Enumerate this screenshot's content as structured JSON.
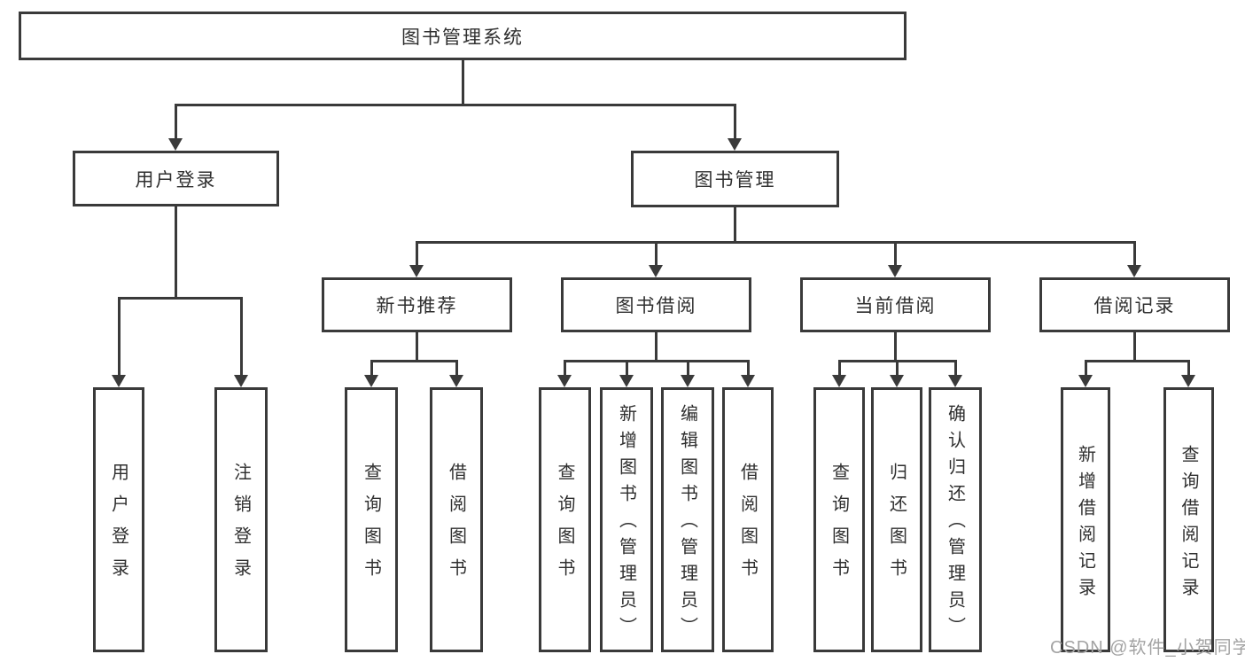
{
  "diagram": {
    "root": {
      "label": "图书管理系统"
    },
    "level2": [
      {
        "label": "用户登录"
      },
      {
        "label": "图书管理"
      }
    ],
    "level3": [
      {
        "label": "新书推荐"
      },
      {
        "label": "图书借阅"
      },
      {
        "label": "当前借阅"
      },
      {
        "label": "借阅记录"
      }
    ],
    "leaves": {
      "user_login": [
        "用户登录",
        "注销登录"
      ],
      "new_book": [
        "查询图书",
        "借阅图书"
      ],
      "book_borrow": [
        "查询图书",
        "新增图书（管理员）",
        "编辑图书（管理员）",
        "借阅图书"
      ],
      "current_borrow": [
        "查询图书",
        "归还图书",
        "确认归还（管理员）"
      ],
      "records": [
        "新增借阅记录",
        "查询借阅记录"
      ]
    }
  },
  "watermark": {
    "text": "CSDN @软件_小贺同学"
  },
  "colors": {
    "line": "#3a3a3a",
    "text": "#2f2f2f",
    "watermark": "#a3a3a3",
    "background": "#ffffff"
  }
}
